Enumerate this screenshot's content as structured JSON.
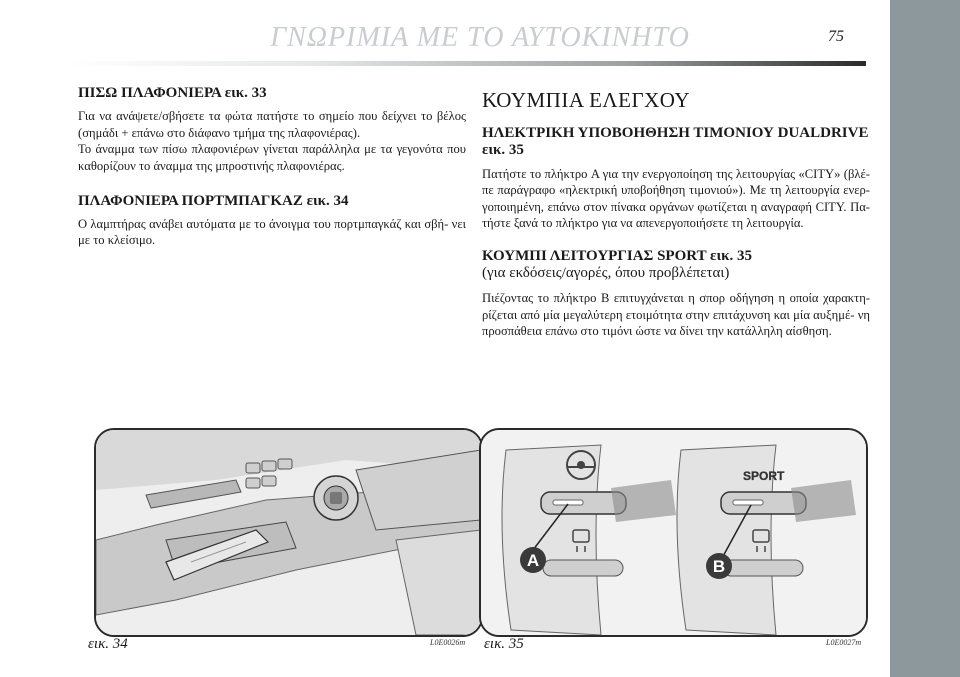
{
  "header": {
    "title": "ΓΝΩΡΙΜΙΑ ΜΕ ΤΟ ΑΥΤΟΚΙΝΗΤΟ",
    "page_number": "75"
  },
  "left_column": {
    "sections": [
      {
        "heading": "ΠΙΣΩ ΠΛΑΦΟΝΙΕΡΑ εικ. 33",
        "paragraphs": [
          "Για να ανάψετε/σβήσετε τα φώτα πατήστε το σημείο που δείχνει το βέλος (σημάδι + επάνω στο διάφανο τμήμα της πλαφονιέρας).",
          "Το άναμμα των πίσω πλαφονιέρων γίνεται παράλληλα με τα γεγονότα που καθορίζουν το άναμμα της μπροστινής πλαφονιέρας."
        ]
      },
      {
        "heading": "ΠΛΑΦΟΝΙΕΡΑ ΠΟΡΤΜΠΑΓΚΑΖ εικ. 34",
        "paragraphs": [
          "Ο λαμπτήρας ανάβει αυτόματα με το άνοιγμα του πορτμπαγκάζ και σβή- νει με το κλείσιμο."
        ]
      }
    ]
  },
  "right_column": {
    "main_heading": "ΚΟΥΜΠΙΑ ΕΛΕΓΧΟΥ",
    "sections": [
      {
        "heading": "ΗΛΕΚΤΡΙΚΗ ΥΠΟΒΟΗΘΗΣΗ ΤΙΜΟΝΙΟΥ DUALDRIVE εικ. 35",
        "paragraph": "Πατήστε το πλήκτρο A για την ενεργοποίηση της λειτουργίας «CITY» (βλέ- πε παράγραφο «ηλεκτρική υποβοήθηση τιμονιού»). Με τη λειτουργία ενερ- γοποιημένη, επάνω στον πίνακα οργάνων φωτίζεται η αναγραφή CITY. Πα- τήστε ξανά το πλήκτρο για να απενεργοποιήσετε τη λειτουργία."
      },
      {
        "heading": "ΚΟΥΜΠΙ ΛΕΙΤΟΥΡΓΙΑΣ SPORT εικ. 35",
        "subheading": "(για εκδόσεις/αγορές, όπου προβλέπεται)",
        "paragraph": "Πιέζοντας το πλήκτρο B επιτυγχάνεται η σπορ οδήγηση η οποία χαρακτη- ρίζεται από μία μεγαλύτερη ετοιμότητα στην επιτάχυνση και μία αυξημέ- νη προσπάθεια επάνω στο τιμόνι ώστε να δίνει την κατάλληλη αίσθηση."
      }
    ]
  },
  "figures": [
    {
      "label": "εικ. 34",
      "code": "L0E0026m"
    },
    {
      "label": "εικ. 35",
      "code": "L0E0027m",
      "callouts": [
        "A",
        "B"
      ],
      "button_text": "SPORT"
    }
  ]
}
